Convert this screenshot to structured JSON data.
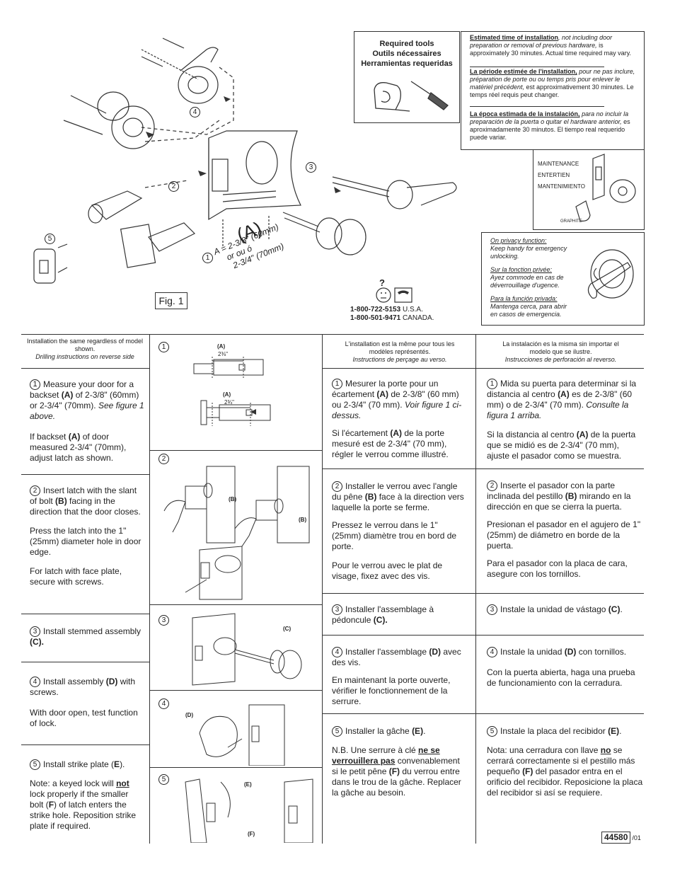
{
  "fig": {
    "label": "Fig. 1",
    "backset_label": "(A)",
    "backset_line1": "A = 2-3/8\" (60mm)",
    "backset_line2": "or    ou    ó",
    "backset_line3": "2-3/4\" (70mm)",
    "callouts": [
      "1",
      "2",
      "3",
      "4",
      "5"
    ]
  },
  "tools": {
    "title_en": "Required tools",
    "title_fr": "Outils nécessaires",
    "title_es": "Herramientas requeridas"
  },
  "time": {
    "en_head": "Estimated time of installation",
    "en_italic": ", not including door preparation or removal of previous hardware,",
    "en_rest": " is approximately 30 minutes. Actual time required may vary.",
    "fr_head": "La période estimée de l'installation,",
    "fr_italic": " pour ne pas inclure, préparation de porte ou ou temps pris pour enlever le matériel précédent,",
    "fr_rest": " est approximativement 30 minutes.  Le temps réel requis peut changer.",
    "es_head": "La época estimada de la instalación,",
    "es_italic": " para no incluir la preparación de la puerta o quitar el hardware anterior,",
    "es_rest": " es aproximadamente 30 minutos. El tiempo real requerido puede variar."
  },
  "maintenance": {
    "en": "MAINTENANCE",
    "fr": "ENTERTIEN",
    "es": "MANTENIMIENTO",
    "graphite": "GRAPHITE"
  },
  "privacy": {
    "en_head": "On privacy function:",
    "en_text": "Keep handy for emergency unlocking.",
    "fr_head": "Sur la fonction privée:",
    "fr_text": "Ayez commode en cas de déverrouillage d'ugence.",
    "es_head": "Para la función privada:",
    "es_text": "Mantenga cerca, para abrir en casos de emergencia."
  },
  "help": {
    "question": "?",
    "phone_us": "1-800-722-5153",
    "us": "U.S.A.",
    "phone_ca": "1-800-501-9471",
    "ca": "CANADA."
  },
  "headers": {
    "en_1": "Installation the same regardless of model shown.",
    "en_2": "Drilling instructions on reverse side",
    "fr_1": "L'installation est la même pour tous les modèles représentés.",
    "fr_2": "Instructions de perçage au verso.",
    "es_1": "La instalación es la misma sin importar el modelo que se ilustre.",
    "es_2": "Instrucciones de perforación al reverso."
  },
  "en": {
    "s1_a": "Measure your door for a backset ",
    "s1_b": "(A)",
    "s1_c": " of 2-3/8\" (60mm) or 2-3/4\" (70mm). ",
    "s1_d": "See figure 1 above.",
    "s1_e": "If backset ",
    "s1_f": "(A)",
    "s1_g": " of door measured 2-3/4\" (70mm), adjust latch as shown.",
    "s2_a": "Insert latch with the slant of bolt ",
    "s2_b": "(B)",
    "s2_c": " facing in the direction that the door closes.",
    "s2_d": "Press the latch into the 1\" (25mm) diameter hole in door edge.",
    "s2_e": "For latch with face plate, secure with screws.",
    "s3_a": "Install  stemmed assembly ",
    "s3_b": "(C).",
    "s4_a": "Install assembly ",
    "s4_b": "(D)",
    "s4_c": " with screws.",
    "s4_d": "With door open, test function of lock.",
    "s5_a": "Install strike plate (",
    "s5_b": "E",
    "s5_c": ").",
    "s5_d": "Note: a keyed lock will ",
    "s5_e": "not ",
    "s5_f": "lock properly if the smaller bolt (",
    "s5_g": "F",
    "s5_h": ") of latch enters the strike hole. Reposition strike plate if required."
  },
  "fr": {
    "s1_a": "Mesurer la porte pour un écartement ",
    "s1_b": "(A)",
    "s1_c": " de 2-3/8\" (60 mm) ou 2-3/4\" (70 mm).  ",
    "s1_d": "Voir figure 1 ci-dessus.",
    "s1_e": "Si l'écartement ",
    "s1_f": "(A)",
    "s1_g": " de la porte mesuré est de 2-3/4\" (70 mm), régler le verrou comme illustré.",
    "s2_a": "Installer le verrou avec l'angle du pêne ",
    "s2_b": "(B)",
    "s2_c": " face à la direction vers laquelle la porte se ferme.",
    "s2_d": "Pressez le verrou dans le 1\" (25mm) diamètre  trou en bord de porte.",
    "s2_e": "Pour le verrou avec le plat de visage, fixez avec des vis.",
    "s3_a": "Installer l'assemblage à pédoncule ",
    "s3_b": "(C).",
    "s4_a": "Installer l'assemblage ",
    "s4_b": "(D)",
    "s4_c": " avec des vis.",
    "s4_d": "En maintenant la porte ouverte, vérifier le fonctionnement de la serrure.",
    "s5_a": "Installer la gâche ",
    "s5_b": "(E)",
    "s5_c": ".",
    "s5_d": "N.B. Une serrure à clé ",
    "s5_e": "ne se verrouillera pas",
    "s5_f": " convenablement si le petit pêne ",
    "s5_g": "(F)",
    "s5_h": " du verrou entre dans le trou de la gâche. Replacer la gâche au besoin."
  },
  "es": {
    "s1_a": "Mida su puerta para determinar si la distancia al centro ",
    "s1_b": "(A)",
    "s1_c": " es de 2-3/8\" (60 mm)  o de 2-3/4\" (70 mm). ",
    "s1_d": "Consulte la figura 1 arriba.",
    "s1_e": "Si la distancia al centro ",
    "s1_f": "(A)",
    "s1_g": " de la puerta que se midió es de 2-3/4\" (70 mm), ajuste el pasador como se muestra.",
    "s2_a": "Inserte el pasador con la parte inclinada del pestillo ",
    "s2_b": "(B)",
    "s2_c": " mirando en la dirección en que se cierra la puerta.",
    "s2_d": "Presionan el pasador en el agujero de 1\" (25mm) de diámetro en borde de la puerta.",
    "s2_e": "Para el pasador con la placa de cara, asegure con los tornillos.",
    "s3_a": "Instale la unidad de vástago ",
    "s3_b": "(C)",
    "s3_c": ".",
    "s4_a": "Instale la unidad ",
    "s4_b": "(D)",
    "s4_c": " con tornillos.",
    "s4_d": "Con la puerta abierta, haga una prueba de funcionamiento con la cerradura.",
    "s5_a": "Instale la placa del recibidor ",
    "s5_b": "(E)",
    "s5_c": ".",
    "s5_d": "Nota:  una cerradura con llave ",
    "s5_e": "no",
    "s5_f": " se cerrará correctamente si el pestillo más pequeño ",
    "s5_g": "(F)",
    "s5_h": " del pasador entra en el orificio del recibidor.  Reposicione la placa del recibidor si así se requiere."
  },
  "diagrams": {
    "d1_a": "(A)",
    "d1_a_val": "2⅜\"",
    "d1_b": "(A)",
    "d1_b_val": "2¾\"",
    "d2_b1": "(B)",
    "d2_b2": "(B)",
    "d3_c": "(C)",
    "d4_d": "(D)",
    "d5_e": "(E)",
    "d5_f": "(F)"
  },
  "footer": {
    "code": "44580",
    "rev": "/01"
  }
}
